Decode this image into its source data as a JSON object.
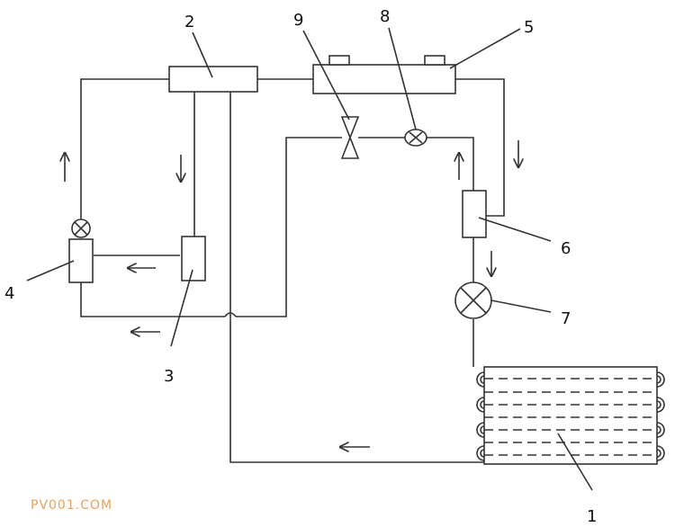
{
  "diagram": {
    "labels": {
      "n1": "1",
      "n2": "2",
      "n3": "3",
      "n4": "4",
      "n5": "5",
      "n6": "6",
      "n7": "7",
      "n8": "8",
      "n9": "9"
    },
    "watermark": "PV001.COM",
    "watermark_color": "#e8a05a",
    "line_color": "#333333"
  }
}
